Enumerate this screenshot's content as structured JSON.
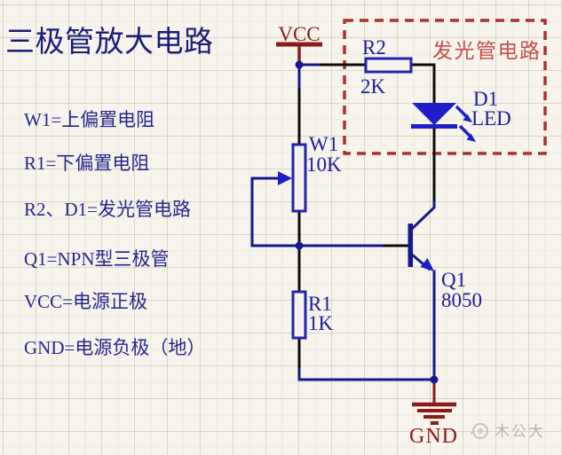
{
  "title": "三极管放大电路",
  "legend": {
    "items": [
      "W1=上偏置电阻",
      "R1=下偏置电阻",
      "R2、D1=发光管电路",
      "Q1=NPN型三极管",
      "VCC=电源正极",
      "GND=电源负极（地）"
    ]
  },
  "circuit": {
    "power": {
      "label": "VCC"
    },
    "ground": {
      "label": "GND"
    },
    "led_section": {
      "label": "发光管电路"
    },
    "components": {
      "r2": {
        "ref": "R2",
        "value": "2K"
      },
      "w1": {
        "ref": "W1",
        "value": "10K"
      },
      "r1": {
        "ref": "R1",
        "value": "1K"
      },
      "q1": {
        "ref": "Q1",
        "value": "8050"
      },
      "d1": {
        "ref": "D1",
        "value": "LED"
      }
    },
    "colors": {
      "wire_navy": "#17178f",
      "wire_black": "#0c0c0c",
      "component_outline_blue": "#2323ae",
      "device_blue": "#1e1ec8",
      "power_red": "#8b1a1a",
      "dashed_box_red": "#ad2f2f",
      "section_label_red": "#c4504c",
      "text_navy": "#1d1d9a",
      "background": "#f6f4ec"
    }
  },
  "watermark": {
    "text": "木公大",
    "icon": "camera-icon"
  }
}
